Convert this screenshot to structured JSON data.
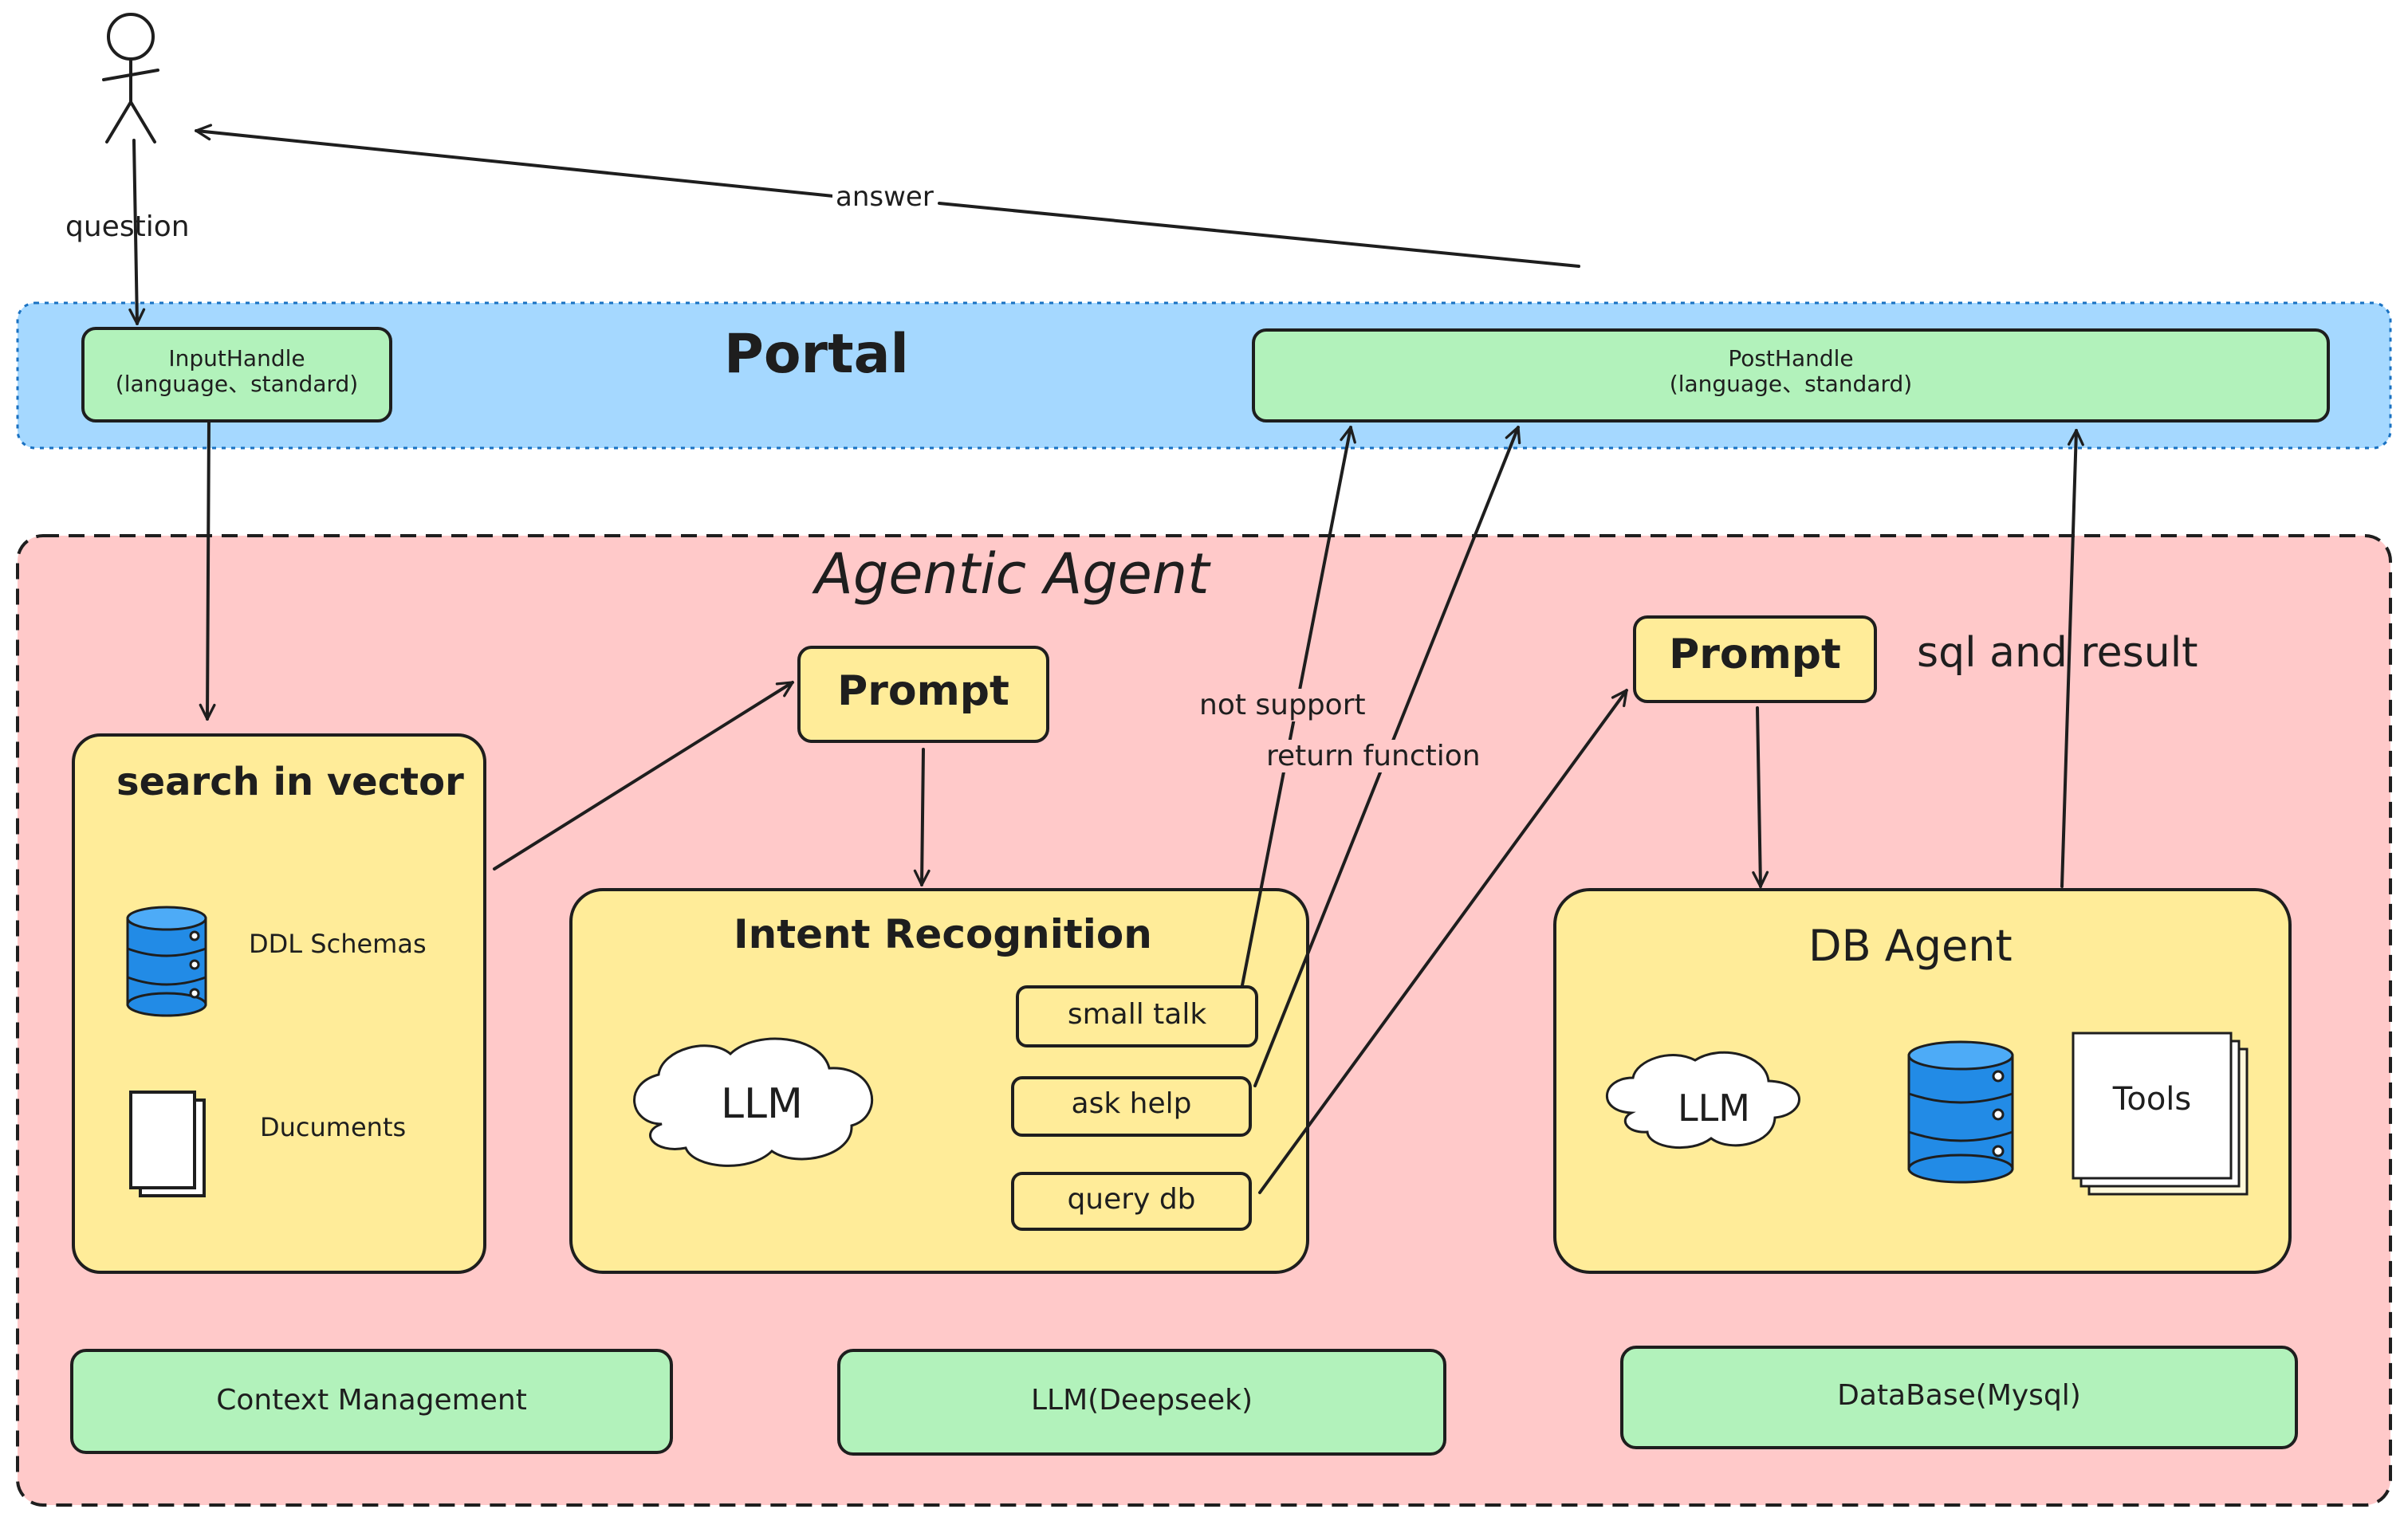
{
  "colors": {
    "stroke": "#1e1e1e",
    "portal_fill": "#a5d8ff",
    "portal_border": "#1971c2",
    "agent_fill": "#ffc9c9",
    "yellow_fill": "#ffec99",
    "green_fill": "#b2f2bb",
    "white_fill": "#ffffff",
    "db_blue": "#228be6"
  },
  "actor": {
    "name": ""
  },
  "labels": {
    "question": "question",
    "answer": "answer",
    "not_support": "not support",
    "return_function": "return function",
    "sql_and_result": "sql and result"
  },
  "portal": {
    "title": "Portal",
    "input_handle": {
      "line1": "InputHandle",
      "line2": "(language、standard)"
    },
    "post_handle": {
      "line1": "PostHandle",
      "line2": "(language、standard)"
    }
  },
  "agentic_agent": {
    "title": "Agentic Agent",
    "search_vector": {
      "title": "search in vector",
      "ddl_schemas": "DDL Schemas",
      "documents": "Ducuments"
    },
    "prompt_left": "Prompt",
    "intent_recognition": {
      "title": "Intent Recognition",
      "llm": "LLM",
      "options": [
        "small talk",
        "ask help",
        "query db"
      ]
    },
    "prompt_right": "Prompt",
    "db_agent": {
      "title": "DB Agent",
      "llm": "LLM",
      "tools": "Tools"
    },
    "bottom": [
      "Context Management",
      "LLM(Deepseek)",
      "DataBase(Mysql)"
    ]
  },
  "icons": [
    "stick-figure-icon",
    "database-icon",
    "documents-icon",
    "cloud-icon",
    "tools-stack-icon"
  ]
}
